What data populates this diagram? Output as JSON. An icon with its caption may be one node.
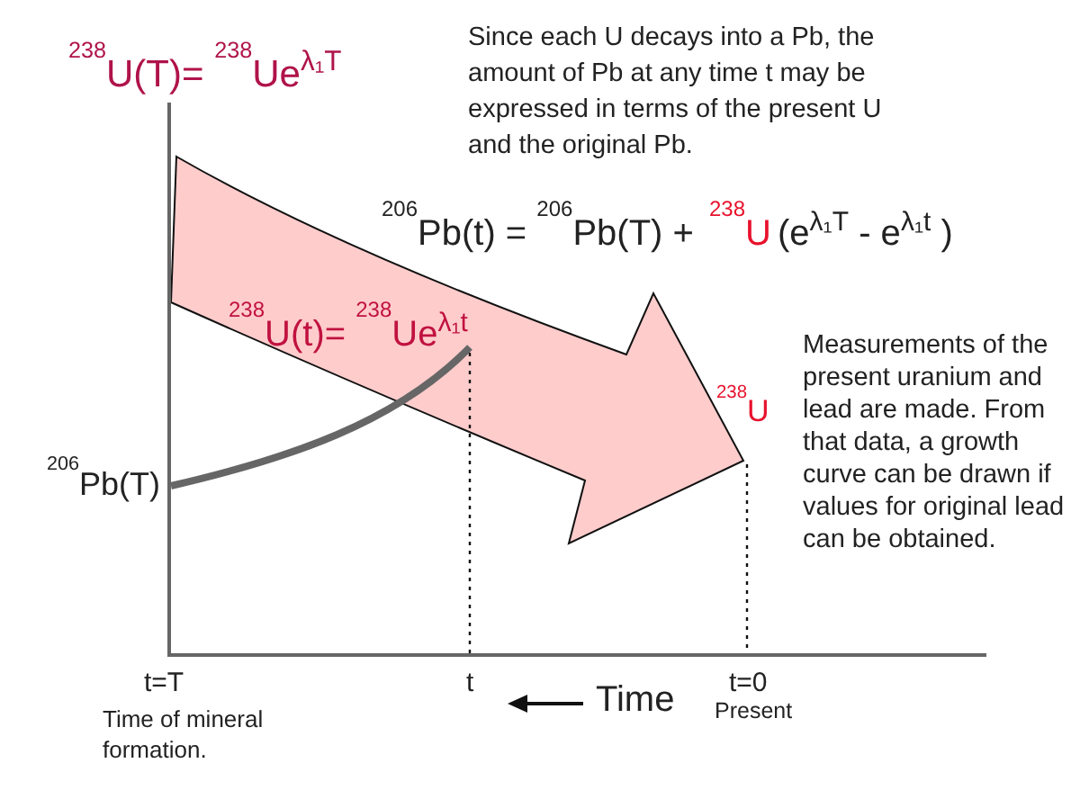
{
  "diagram": {
    "labels": [
      "$^{238}$U(T)= $^{238}$Ue$^{λ₁T}$",
      "Since each U decays into a Pb, the amount of Pb at any time t may be expressed in terms of the present U and the original Pb.",
      "$^{206}$Pb(t) = $^{206}$Pb(T) +",
      "$^{238}$U",
      "(e$^{λ₁T}$ - e$^{λ₁t}$ )",
      "$^{238}$U(t)= $^{238}$Ue$^{λ₁t}$",
      "Measurements of the present uranium and lead are made. From that data, a growth curve can be drawn if values for original lead can be obtained.",
      "$^{238}$U",
      "$^{206}$Pb(T)",
      "t=T",
      "t",
      "Time",
      "t=0",
      "Time of mineral formation.",
      "Present"
    ]
  }
}
